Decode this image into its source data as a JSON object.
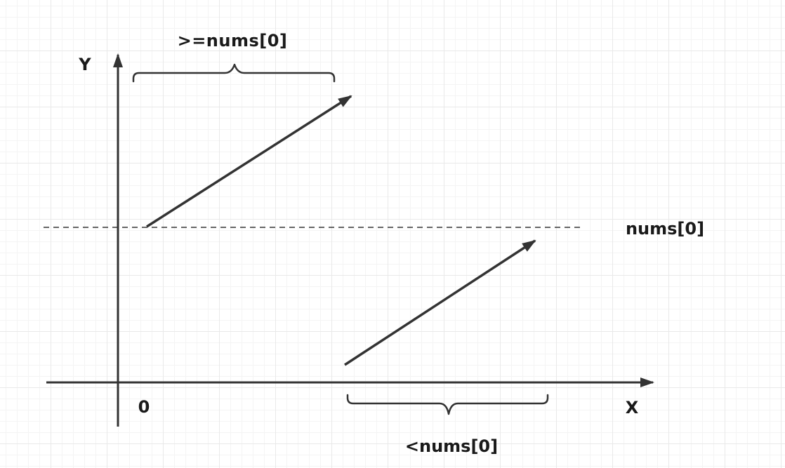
{
  "diagram": {
    "y_axis_label": "Y",
    "x_axis_label": "X",
    "origin_label": "0",
    "threshold_label": "nums[0]",
    "upper_brace_label": ">=nums[0]",
    "lower_brace_label": "<nums[0]"
  },
  "colors": {
    "stroke": "#333333",
    "text": "#1a1a1a"
  }
}
